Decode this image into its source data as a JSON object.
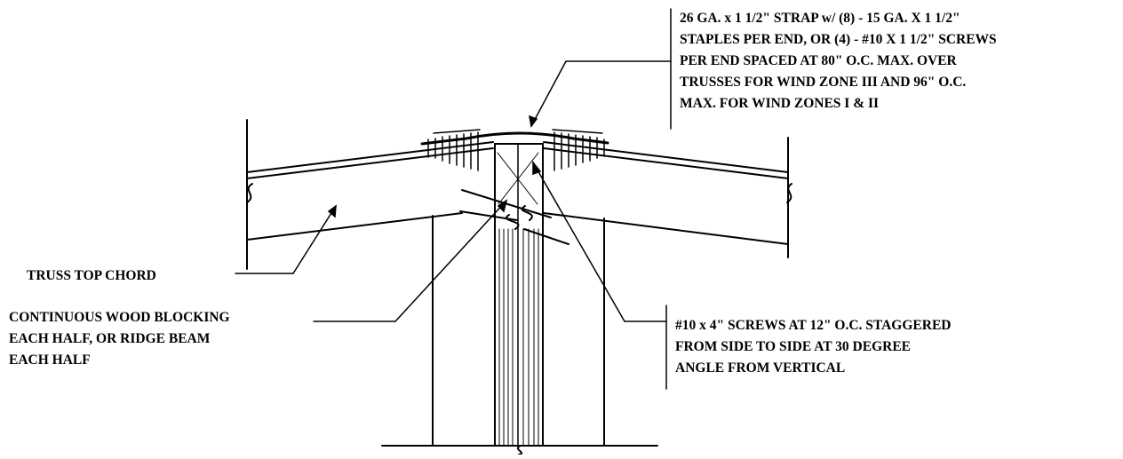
{
  "diagram": {
    "strap_note": [
      "26 GA. x 1 1/2\" STRAP w/ (8) - 15 GA. X 1 1/2\"",
      "STAPLES PER END, OR (4) - #10 X 1 1/2\" SCREWS",
      "PER END SPACED AT 80\" O.C. MAX. OVER",
      "TRUSSES FOR WIND ZONE III AND 96\" O.C.",
      "MAX. FOR WIND ZONES I & II"
    ],
    "truss_label": "TRUSS TOP CHORD",
    "blocking_note": [
      "CONTINUOUS WOOD BLOCKING",
      "EACH HALF, OR RIDGE BEAM",
      "EACH HALF"
    ],
    "screw_note": [
      "#10 x 4\" SCREWS AT 12\" O.C. STAGGERED",
      "FROM SIDE TO SIDE AT 30 DEGREE",
      "ANGLE FROM VERTICAL"
    ],
    "colors": {
      "line": "#000000",
      "background": "#ffffff"
    }
  }
}
